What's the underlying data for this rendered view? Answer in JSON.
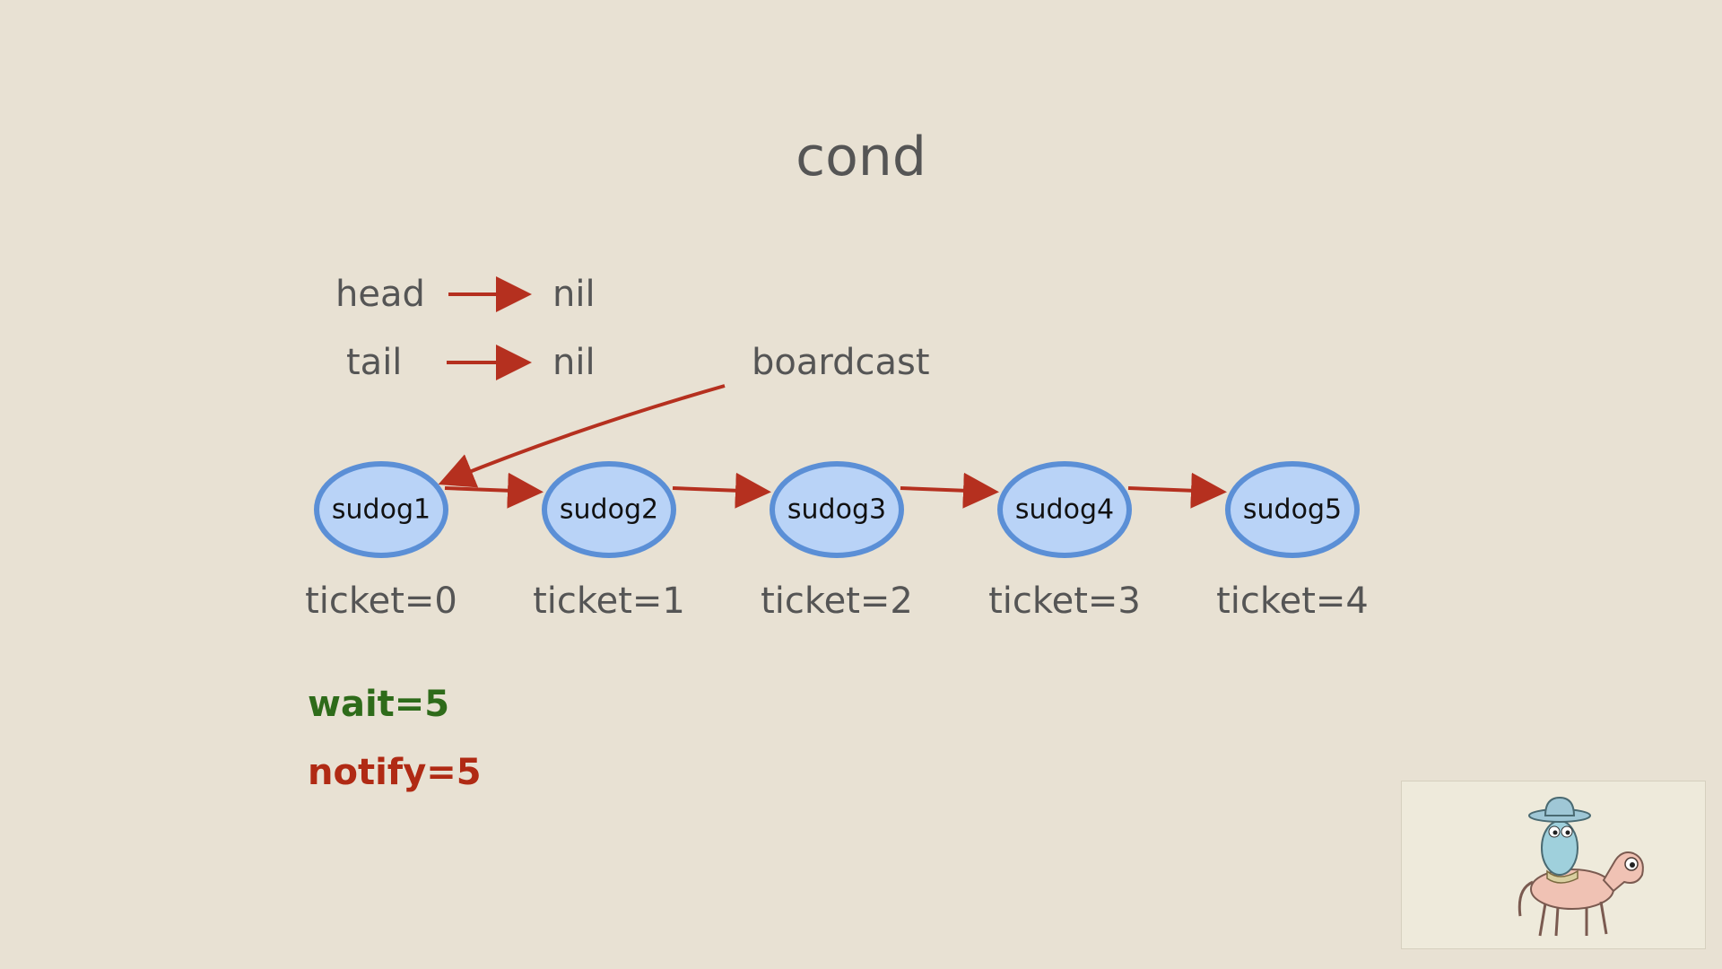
{
  "title": "cond",
  "head": {
    "label": "head",
    "target": "nil"
  },
  "tail": {
    "label": "tail",
    "target": "nil"
  },
  "broadcast_label": "boardcast",
  "nodes": [
    {
      "name": "sudog1",
      "ticket": "ticket=0"
    },
    {
      "name": "sudog2",
      "ticket": "ticket=1"
    },
    {
      "name": "sudog3",
      "ticket": "ticket=2"
    },
    {
      "name": "sudog4",
      "ticket": "ticket=3"
    },
    {
      "name": "sudog5",
      "ticket": "ticket=4"
    }
  ],
  "counters": {
    "wait": "wait=5",
    "notify": "notify=5"
  },
  "colors": {
    "arrow": "#b5301f",
    "node_fill": "#b9d3f7",
    "node_stroke": "#5b8fd6",
    "wait": "#2e6b1a",
    "notify": "#b02a14"
  },
  "mascot": {
    "icon": "gopher-cowboy-on-horse-icon"
  }
}
